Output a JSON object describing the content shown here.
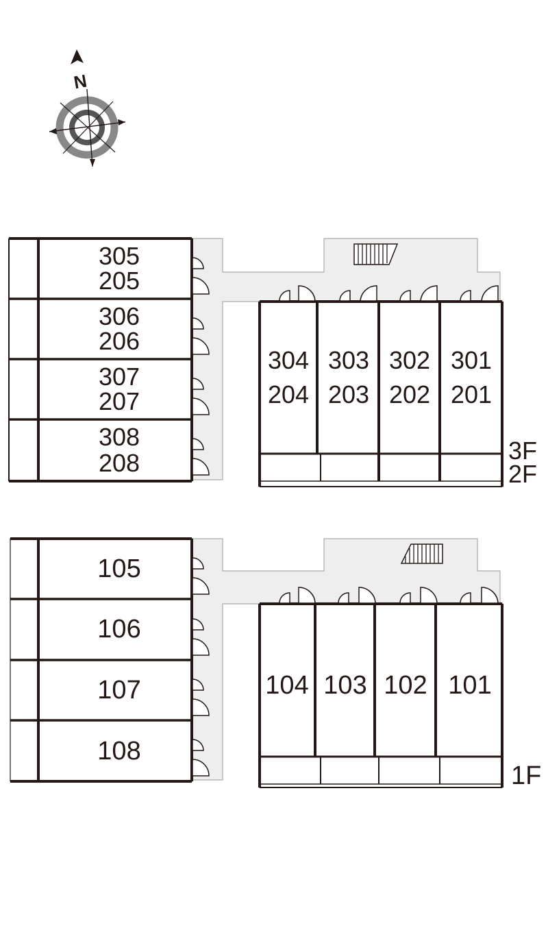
{
  "compass": {
    "label": "N",
    "icon": "compass-icon"
  },
  "colors": {
    "line": "#231815",
    "corridor": "#eeeeee",
    "corridorEdge": "#aaaaaa",
    "ring": "#777777"
  },
  "upper": {
    "floor_labels": [
      "3F",
      "2F"
    ],
    "left_units": [
      {
        "top": "305",
        "bottom": "205"
      },
      {
        "top": "306",
        "bottom": "206"
      },
      {
        "top": "307",
        "bottom": "207"
      },
      {
        "top": "308",
        "bottom": "208"
      }
    ],
    "right_units": [
      {
        "top": "304",
        "bottom": "204"
      },
      {
        "top": "303",
        "bottom": "203"
      },
      {
        "top": "302",
        "bottom": "202"
      },
      {
        "top": "301",
        "bottom": "201"
      }
    ]
  },
  "lower": {
    "floor_label": "1F",
    "left_units": [
      "105",
      "106",
      "107",
      "108"
    ],
    "right_units": [
      "104",
      "103",
      "102",
      "101"
    ]
  }
}
